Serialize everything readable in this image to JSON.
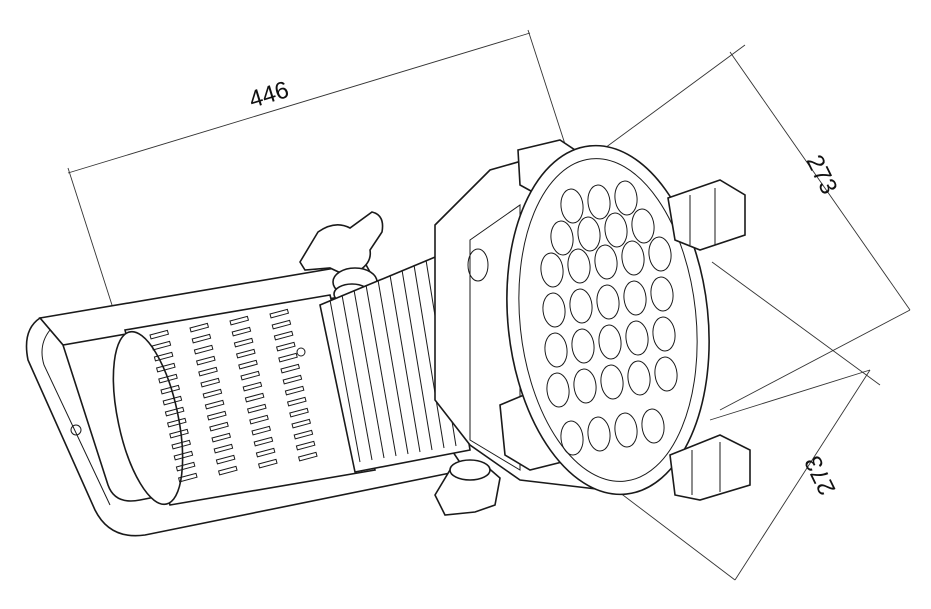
{
  "dimensions": {
    "length": "446",
    "height": "273",
    "width": "273"
  },
  "led_count": 31,
  "colors": {
    "line": "#1a1a1a",
    "background": "#ffffff"
  }
}
